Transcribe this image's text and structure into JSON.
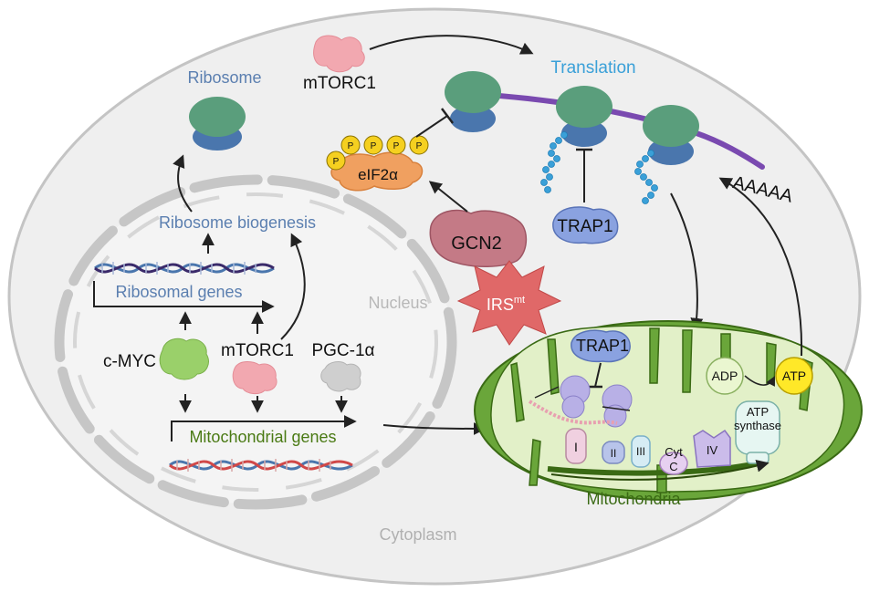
{
  "labels": {
    "ribosome": "Ribosome",
    "mtorc1_top": "mTORC1",
    "translation": "Translation",
    "eif2a": "eIF2α",
    "phospho": "P",
    "gcn2": "GCN2",
    "trap1_cyto": "TRAP1",
    "polya": "AAAAA",
    "ribosome_biogenesis": "Ribosome biogenesis",
    "ribosomal_genes": "Ribosomal genes",
    "nucleus": "Nucleus",
    "cmyc": "c-MYC",
    "mtorc1_nuc": "mTORC1",
    "pgc1a": "PGC-1α",
    "mito_genes": "Mitochondrial genes",
    "irs": "IRS",
    "irs_sup": "mt",
    "trap1_mito": "TRAP1",
    "adp": "ADP",
    "atp": "ATP",
    "atp_synthase_1": "ATP",
    "atp_synthase_2": "synthase",
    "complex_1": "I",
    "complex_2": "II",
    "complex_3": "III",
    "cytc_1": "Cyt",
    "cytc_2": "C",
    "complex_4": "IV",
    "mitochondria": "Mitochondria",
    "cytoplasm": "Cytoplasm"
  },
  "colors": {
    "ribosome_large": "#5a9e7c",
    "ribosome_small": "#4a76ad",
    "label_blue": "#5b7fb0",
    "translation_blue": "#3aa0d8",
    "mrna_purple": "#7a4ab0",
    "mito_green": "#6aa63a",
    "mito_dark": "#3a6a14",
    "phospho_yellow": "#f5d020",
    "eif2a_orange": "#f0a060",
    "gcn2_rose": "#c47a86",
    "irs_red": "#e06868",
    "trap1_blue": "#8aa2e0",
    "cmyc_green": "#9ad06a",
    "mtorc1_pink": "#f2a8b0",
    "pgc1a_gray": "#cfcfcf",
    "complex_purple": "#b8b0e6",
    "atp_yellow": "#ffe828",
    "adp_green": "#eaf6d0",
    "cytoplasm_gray": "#eeeeee"
  }
}
